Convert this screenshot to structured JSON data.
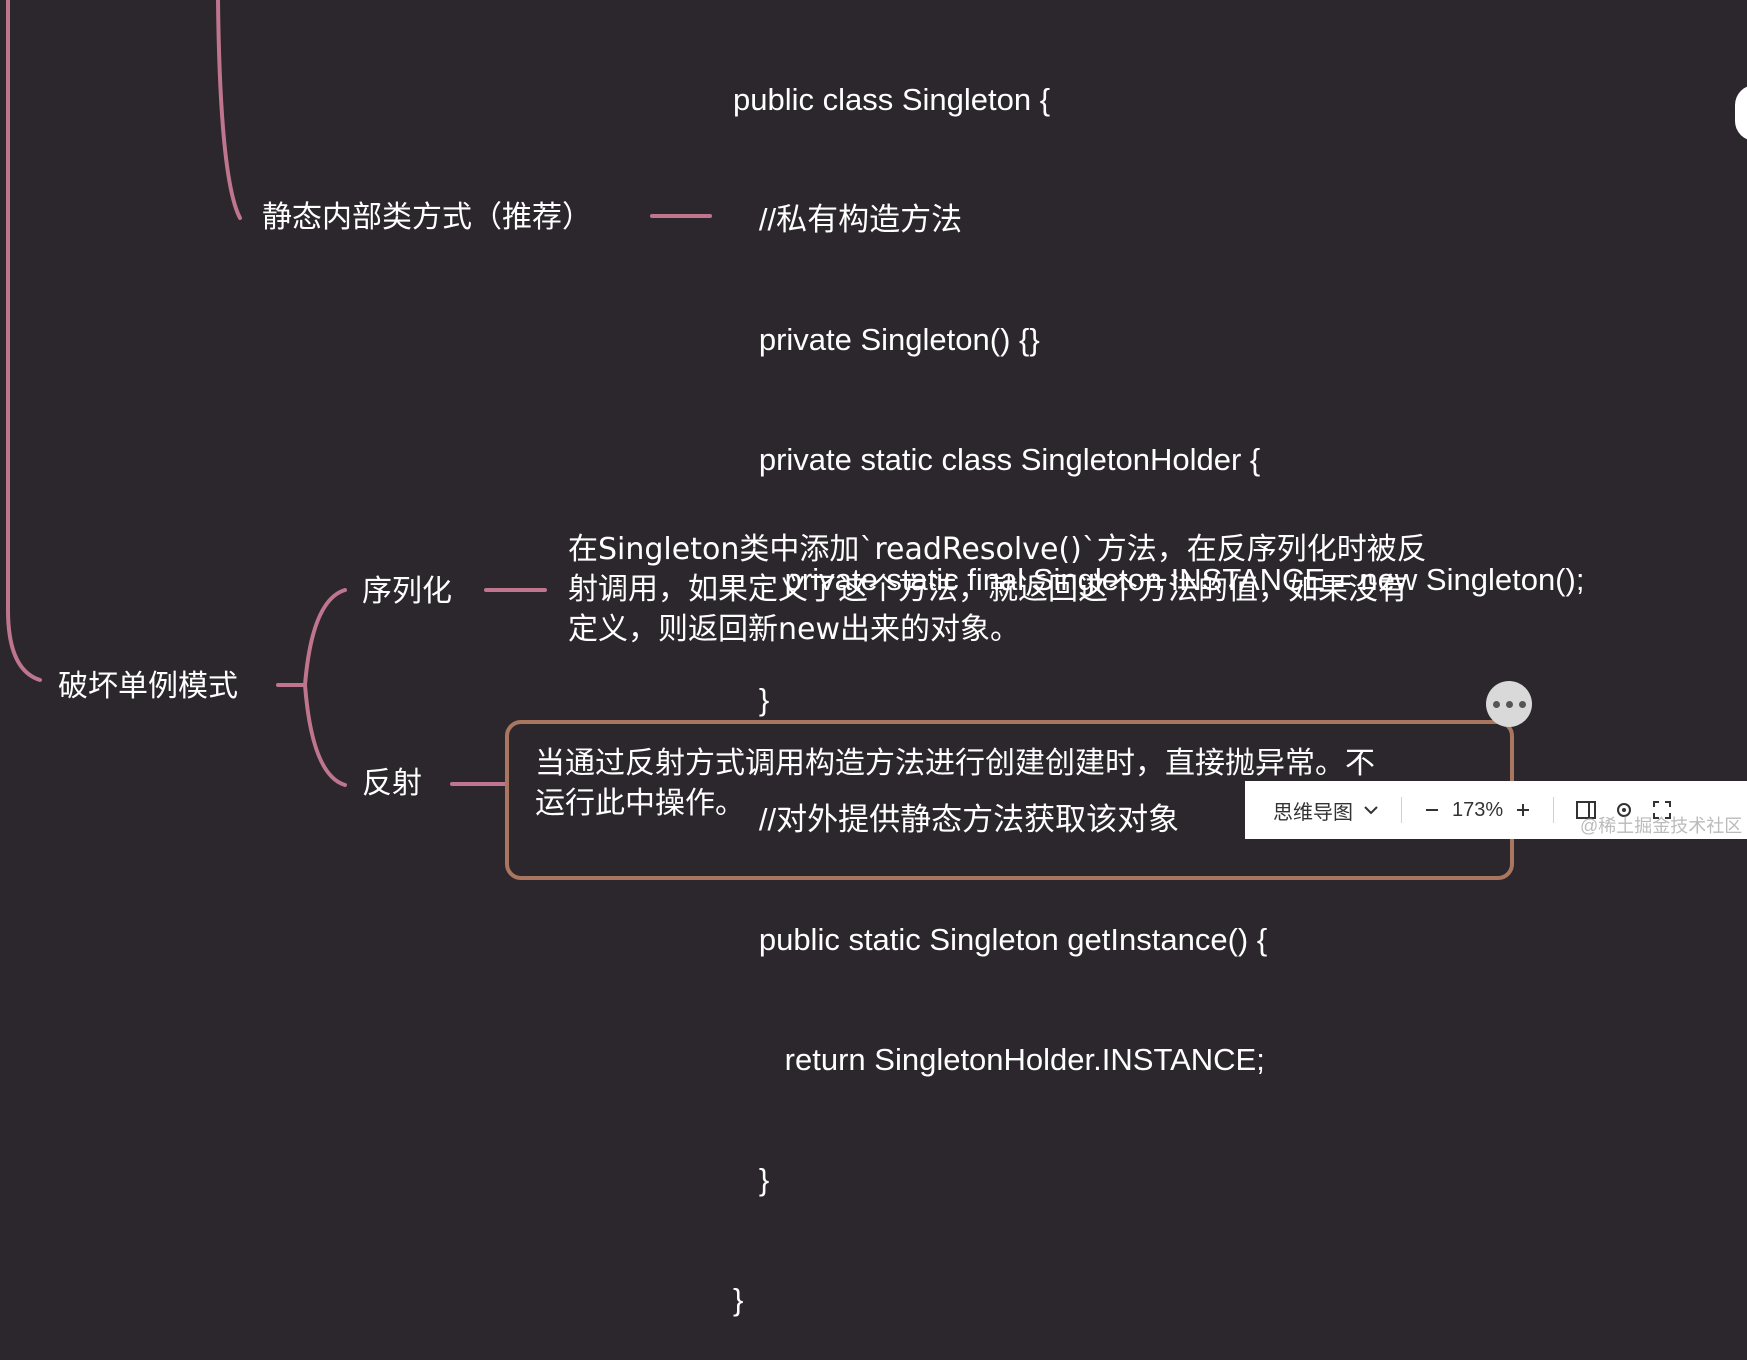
{
  "nodes": {
    "static_inner": "静态内部类方式（推荐）",
    "break_singleton": "破坏单例模式",
    "serialization": "序列化",
    "reflection": "反射"
  },
  "code_lines": [
    "public class Singleton {",
    "   //私有构造方法",
    "   private Singleton() {}",
    "   private static class SingletonHolder {",
    "      private static final Singleton INSTANCE = new Singleton();",
    "   }",
    "   //对外提供静态方法获取该对象",
    "   public static Singleton getInstance() {",
    "      return SingletonHolder.INSTANCE;",
    "   }",
    "}"
  ],
  "serialization_text": [
    "在Singleton类中添加`readResolve()`方法，在反序列化时被反",
    "射调用，如果定义了这个方法，就返回这个方法的值，如果没有",
    "定义，则返回新new出来的对象。"
  ],
  "reflection_text": [
    "当通过反射方式调用构造方法进行创建创建时，直接抛异常。不",
    "运行此中操作。"
  ],
  "toolbar": {
    "view_mode": "思维导图",
    "zoom": "173%"
  },
  "watermark": "@稀土掘金技术社区",
  "colors": {
    "background": "#2b272c",
    "branch": "#c0758f",
    "highlight_border": "#a9775f"
  },
  "icons": {
    "comment": "comment-bubble-icon",
    "dropdown": "chevron-down-icon",
    "zoom_out": "minus-icon",
    "zoom_in": "plus-icon",
    "layout": "layout-icon",
    "locate": "locate-icon",
    "fullscreen": "fullscreen-icon"
  }
}
